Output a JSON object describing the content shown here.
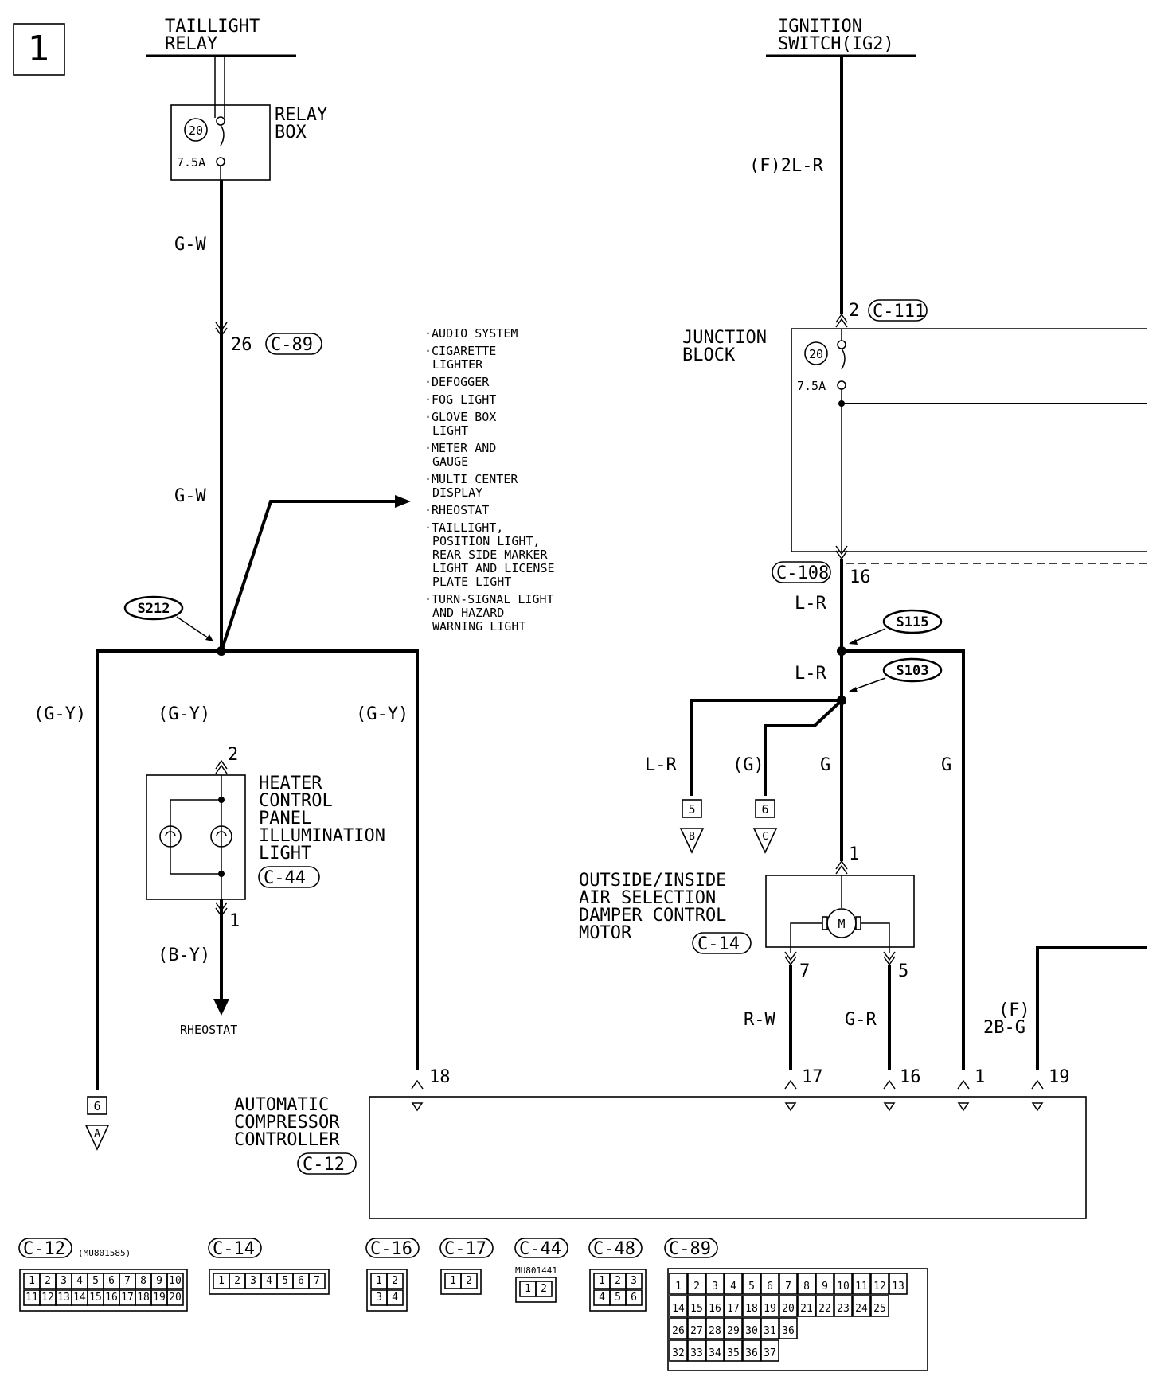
{
  "page_number": "1",
  "sources": {
    "taillight_relay": [
      "TAILLIGHT",
      "RELAY"
    ],
    "ignition_switch": [
      "IGNITION",
      "SWITCH(IG2)"
    ]
  },
  "relay_box": {
    "label": [
      "RELAY",
      "BOX"
    ],
    "fuse_no": "20",
    "fuse_rating": "7.5A"
  },
  "junction_block": {
    "label": [
      "JUNCTION",
      "BLOCK"
    ],
    "fuse_no": "20",
    "fuse_rating": "7.5A",
    "in_pin": "2",
    "in_conn": "C-111",
    "out_conn": "C-108",
    "out_pin": "16"
  },
  "wires": {
    "gw1": "G-W",
    "gw2": "G-W",
    "f2lr": "(F)2L-R",
    "lr1": "L-R",
    "lr2": "L-R",
    "lr3": "L-R",
    "gy_left": "(G-Y)",
    "gy_mid": "(G-Y)",
    "gy_right": "(G-Y)",
    "by": "(B-Y)",
    "g_paren": "(G)",
    "g_mid": "G",
    "g_right": "G",
    "rw": "R-W",
    "gr": "G-R",
    "f2bg_1": "(F)",
    "f2bg_2": "2B-G"
  },
  "c89_pin": {
    "pin": "26",
    "conn": "C-89"
  },
  "feeds_to": [
    [
      "·AUDIO SYSTEM"
    ],
    [
      "·CIGARETTE",
      "LIGHTER"
    ],
    [
      "·DEFOGGER"
    ],
    [
      "·FOG LIGHT"
    ],
    [
      "·GLOVE BOX",
      "LIGHT"
    ],
    [
      "·METER AND",
      "GAUGE"
    ],
    [
      "·MULTI CENTER",
      "DISPLAY"
    ],
    [
      "·RHEOSTAT"
    ],
    [
      "·TAILLIGHT,",
      "POSITION LIGHT,",
      "REAR SIDE MARKER",
      "LIGHT AND LICENSE",
      "PLATE LIGHT"
    ],
    [
      "·TURN-SIGNAL LIGHT",
      "AND HAZARD",
      "WARNING LIGHT"
    ]
  ],
  "splices": [
    "S212",
    "S115",
    "S103"
  ],
  "heater_panel": {
    "label": [
      "HEATER",
      "CONTROL",
      "PANEL",
      "ILLUMINATION",
      "LIGHT"
    ],
    "conn": "C-44",
    "pin_top": "2",
    "pin_bottom": "1"
  },
  "rheostat_dest": "RHEOSTAT",
  "damper_motor": {
    "label": [
      "OUTSIDE/INSIDE",
      "AIR SELECTION",
      "DAMPER CONTROL",
      "MOTOR"
    ],
    "conn": "C-14",
    "pin_top": "1",
    "pin_left": "7",
    "pin_right": "5",
    "symbol": "M"
  },
  "offpage": [
    {
      "pin": "6",
      "letter": "A"
    },
    {
      "pin": "5",
      "letter": "B"
    },
    {
      "pin": "6",
      "letter": "C"
    }
  ],
  "controller": {
    "label": [
      "AUTOMATIC",
      "COMPRESSOR",
      "CONTROLLER"
    ],
    "conn": "C-12",
    "pins": [
      "18",
      "17",
      "16",
      "1",
      "19"
    ]
  },
  "connectors": [
    {
      "name": "C-12",
      "part": "(MU801585)",
      "rows": [
        [
          "1",
          "2",
          "3",
          "4",
          "5",
          "6",
          "7",
          "8",
          "9",
          "10"
        ],
        [
          "11",
          "12",
          "13",
          "14",
          "15",
          "16",
          "17",
          "18",
          "19",
          "20"
        ]
      ]
    },
    {
      "name": "C-14",
      "rows": [
        [
          "1",
          "2",
          "3",
          "4",
          "5",
          "6",
          "7"
        ]
      ]
    },
    {
      "name": "C-16",
      "rows": [
        [
          "1",
          "2"
        ],
        [
          "3",
          "4"
        ]
      ]
    },
    {
      "name": "C-17",
      "rows": [
        [
          "1",
          "2"
        ]
      ]
    },
    {
      "name": "C-44",
      "part": "MU801441",
      "rows": [
        [
          "1",
          "2"
        ]
      ]
    },
    {
      "name": "C-48",
      "rows": [
        [
          "1",
          "2",
          "3"
        ],
        [
          "4",
          "5",
          "6"
        ]
      ]
    },
    {
      "name": "C-89",
      "rows": [
        [
          "1",
          "2",
          "3",
          "4",
          "5",
          "6",
          "7",
          "8",
          "9",
          "10",
          "11",
          "12",
          "13"
        ],
        [
          "14",
          "15",
          "16",
          "17",
          "18",
          "19",
          "20",
          "21",
          "22",
          "23",
          "24",
          "25"
        ],
        [
          "26",
          "27",
          "28",
          "29",
          "30",
          "31",
          "36"
        ],
        [
          "32",
          "33",
          "34",
          "35",
          "36",
          "37"
        ]
      ]
    }
  ]
}
